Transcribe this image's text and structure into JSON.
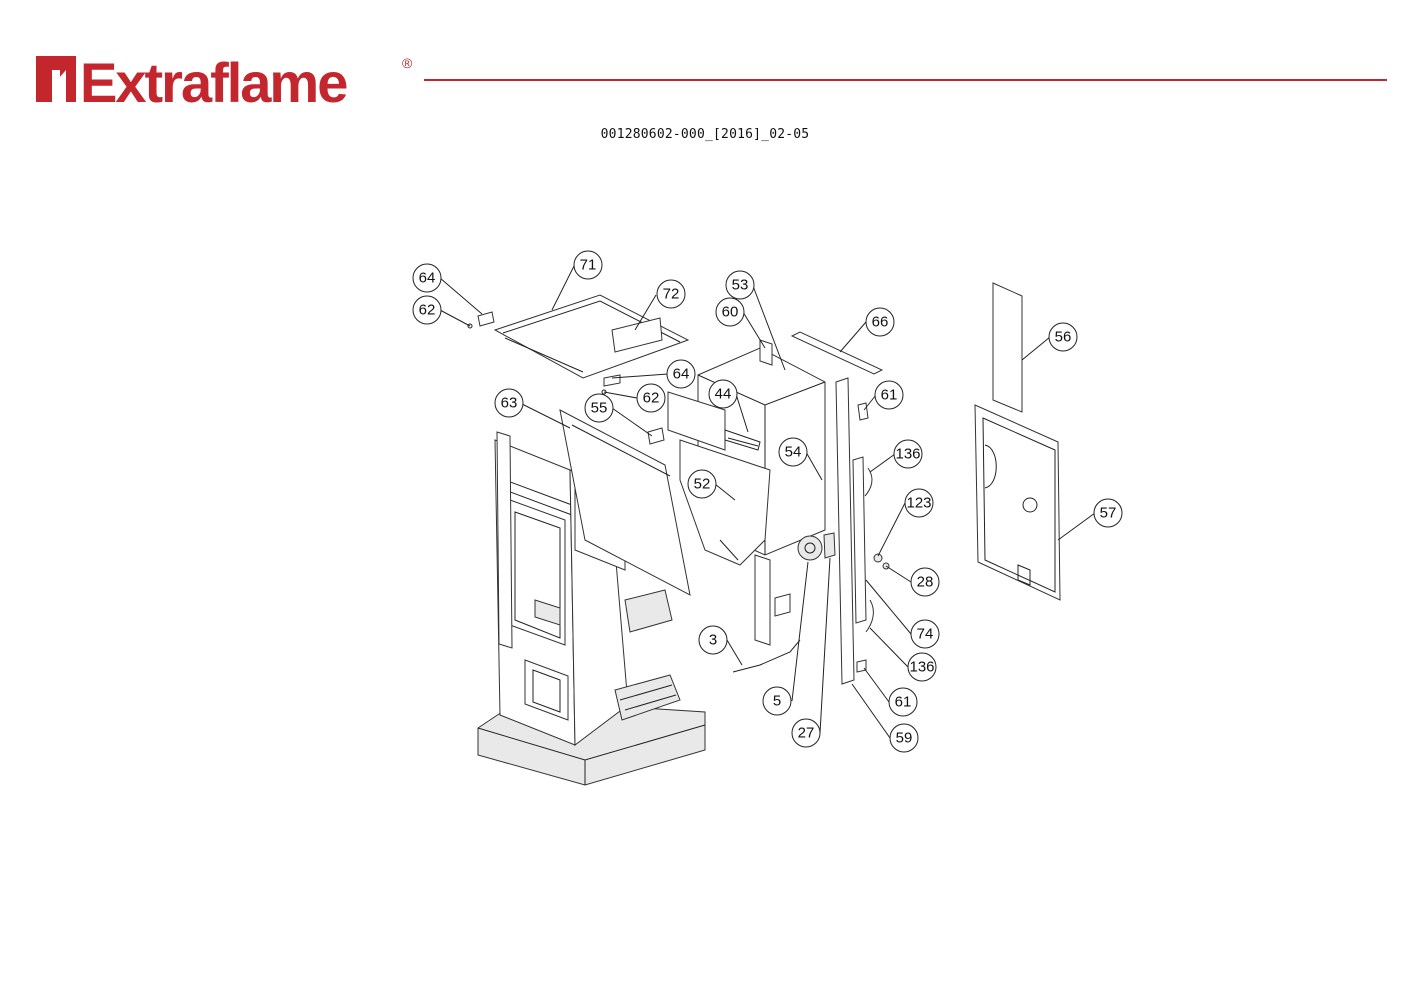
{
  "header": {
    "brand": "Extraflame",
    "registered_mark": "®",
    "brand_color": "#c4262e",
    "document_code": "001280602-000_[2016]_02-05"
  },
  "diagram": {
    "callouts": [
      "64",
      "71",
      "62",
      "72",
      "53",
      "60",
      "66",
      "56",
      "64",
      "62",
      "63",
      "55",
      "44",
      "61",
      "54",
      "136",
      "52",
      "123",
      "57",
      "28",
      "3",
      "74",
      "136",
      "5",
      "61",
      "27",
      "59"
    ]
  }
}
